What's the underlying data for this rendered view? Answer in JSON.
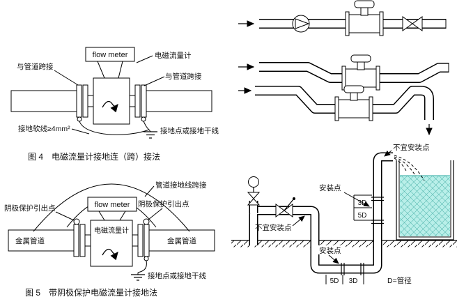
{
  "figure4": {
    "flow_meter": "flow meter",
    "label_em_flowmeter": "电磁流量计",
    "label_bridge_left": "与管道跨接",
    "label_bridge_right": "与管道跨接",
    "label_ground_wire": "接地软线≥4mm²",
    "label_ground_point": "接地点或接地干线",
    "caption": "图 4　电磁流量计接地连（跨）接法"
  },
  "figure5": {
    "flow_meter": "flow meter",
    "label_pipe_ground_bridge": "管道接地线跨接",
    "label_cathodic_left": "阴极保护引出点",
    "label_cathodic_right": "阴极保护引出点",
    "label_em_flowmeter": "电磁流量计",
    "label_metal_pipe_left": "金属管道",
    "label_metal_pipe_right": "金属管道",
    "label_ground_point": "接地点或接地干线",
    "caption": "图 5　带阴极保护电磁流量计接地法"
  },
  "install": {
    "label_not_suitable_top": "不宜安装点",
    "label_install_point_right": "安装点",
    "label_3d_right": "3D",
    "label_5d_right": "5D",
    "label_not_suitable_left": "不宜安装点",
    "label_install_point_bottom": "安装点",
    "label_5d_bottom": "5D",
    "label_3d_bottom": "3D",
    "label_d_note": "D=管径"
  },
  "colors": {
    "water": "#b9efe9",
    "ink": "#000000"
  }
}
